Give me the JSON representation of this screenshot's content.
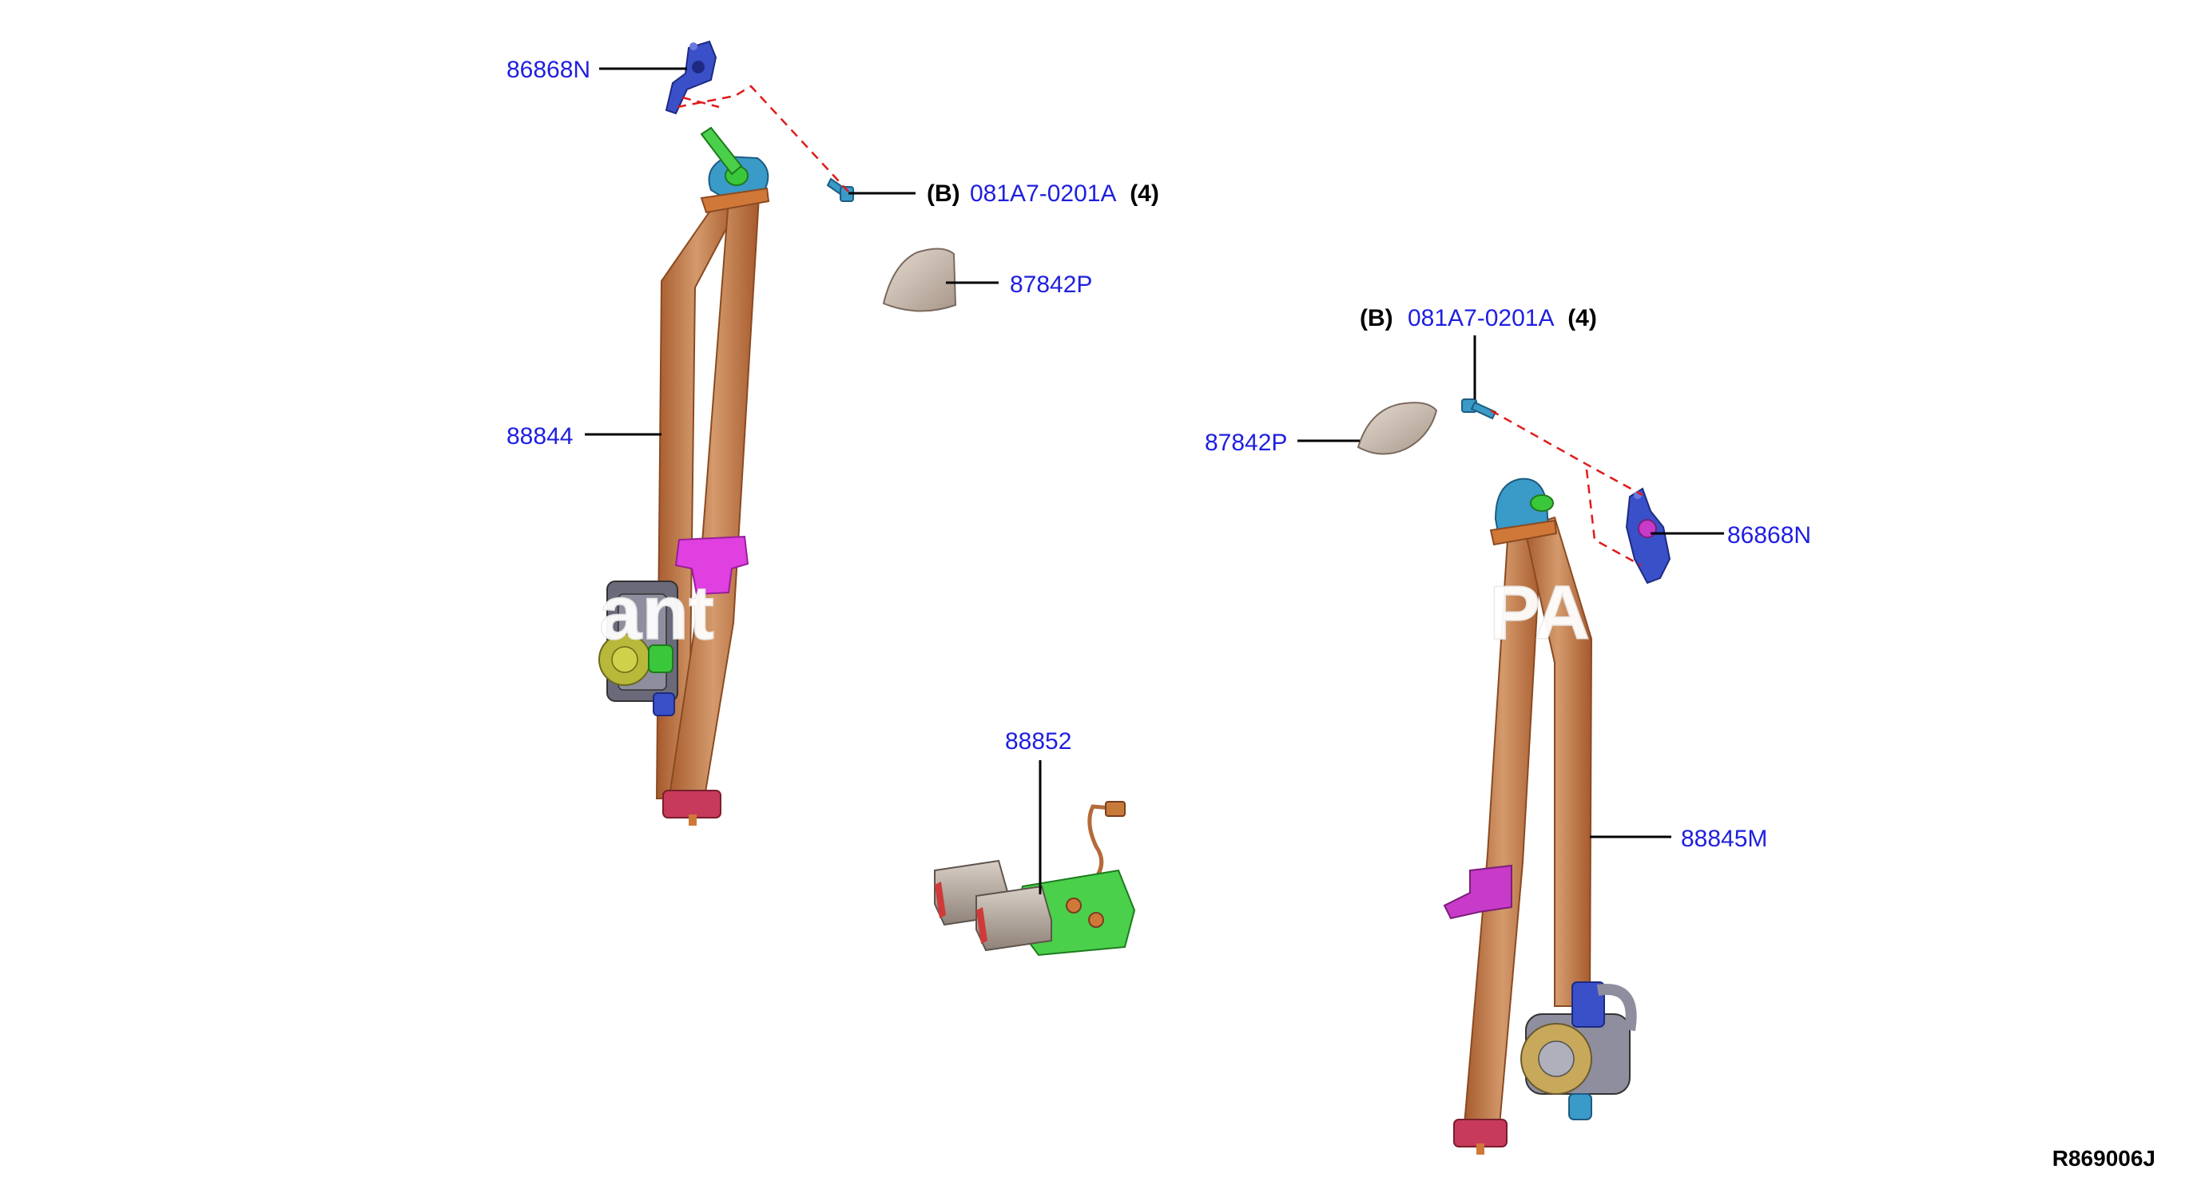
{
  "diagram_ref": "R869006J",
  "labels": {
    "p86868N_top": "86868N",
    "p86868N_right": "86868N",
    "bolt_top": {
      "prefix": "(B)",
      "part": "081A7-0201A",
      "qty": "(4)"
    },
    "bolt_right": {
      "prefix": "(B)",
      "part": "081A7-0201A",
      "qty": "(4)"
    },
    "p87842P_top": "87842P",
    "p87842P_left": "87842P",
    "p88844": "88844",
    "p88852": "88852",
    "p88845M": "88845M"
  },
  "watermark": {
    "left": "ant",
    "right": "PA"
  },
  "colors": {
    "label_link": "#1f1fe0",
    "belt_webbing": "#b56a3a",
    "bracket_blue": "#3a50c8",
    "clip_teal": "#3a9ac8",
    "magenta_tongue": "#d23ad2",
    "green_pin": "#3ac83a",
    "cover_beige": "#c9b8a8",
    "leader_dashed": "#e01a1a"
  },
  "icons": [
    "anchor-bracket-icon",
    "bolt-icon",
    "trim-cover-icon",
    "retractor-icon",
    "buckle-icon",
    "belt-tongue-icon"
  ]
}
